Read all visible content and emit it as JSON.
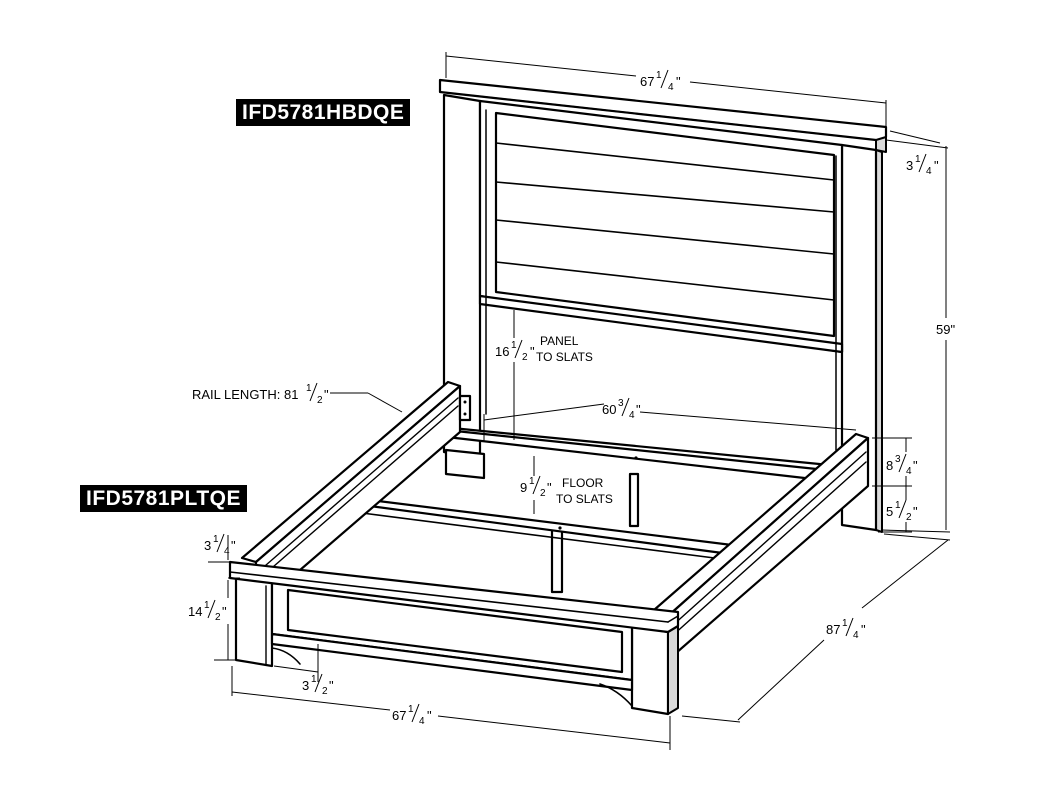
{
  "models": {
    "headboard": "IFD5781HBDQE",
    "platform": "IFD5781PLTQE"
  },
  "dimensions": {
    "headboard_width": {
      "whole": "67",
      "num": "1",
      "den": "4",
      "unit": "\""
    },
    "headboard_cap_depth": {
      "whole": "3",
      "num": "1",
      "den": "4",
      "unit": "\""
    },
    "headboard_height": {
      "text": "59\""
    },
    "panel_to_slats": {
      "whole": "16",
      "num": "1",
      "den": "2",
      "unit": "\"",
      "caption1": "PANEL",
      "caption2": "TO SLATS"
    },
    "rail_length": {
      "prefix": "RAIL LENGTH: 81",
      "num": "1",
      "den": "2",
      "unit": "\""
    },
    "inner_width": {
      "whole": "60",
      "num": "3",
      "den": "4",
      "unit": "\""
    },
    "floor_to_slats": {
      "whole": "9",
      "num": "1",
      "den": "2",
      "unit": "\"",
      "caption1": "FLOOR",
      "caption2": "TO SLATS"
    },
    "rail_height": {
      "whole": "8",
      "num": "3",
      "den": "4",
      "unit": "\""
    },
    "rail_clearance": {
      "whole": "5",
      "num": "1",
      "den": "2",
      "unit": "\""
    },
    "footboard_cap_depth": {
      "whole": "3",
      "num": "1",
      "den": "4",
      "unit": "\""
    },
    "footboard_height": {
      "whole": "14",
      "num": "1",
      "den": "2",
      "unit": "\""
    },
    "leg_width": {
      "whole": "3",
      "num": "1",
      "den": "2",
      "unit": "\""
    },
    "footboard_width": {
      "whole": "67",
      "num": "1",
      "den": "4",
      "unit": "\""
    },
    "overall_length": {
      "whole": "87",
      "num": "1",
      "den": "4",
      "unit": "\""
    }
  }
}
